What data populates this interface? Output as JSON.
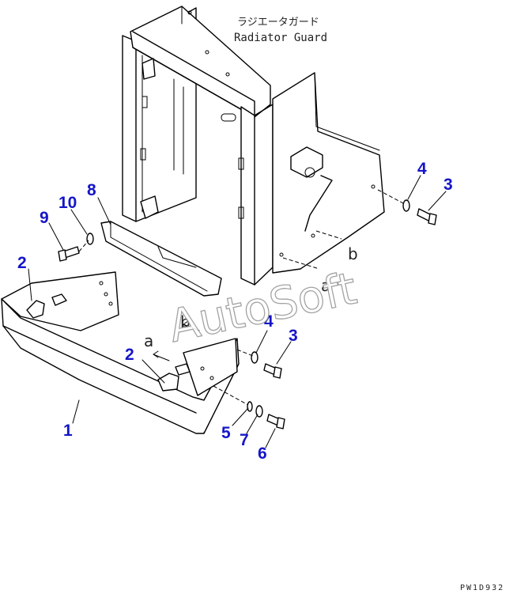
{
  "title": {
    "japanese": "ラジエータガード",
    "english": "Radiator Guard"
  },
  "callouts": [
    "1",
    "2",
    "2",
    "3",
    "3",
    "4",
    "4",
    "5",
    "6",
    "7",
    "8",
    "9",
    "10"
  ],
  "reference_marks": [
    "a",
    "b",
    "a",
    "b"
  ],
  "watermark": "AutoSoft",
  "drawing_code": "PW1D932",
  "colors": {
    "callout": "#1515c8",
    "line": "#000000",
    "background": "#ffffff",
    "watermark": "#9a9a9a"
  }
}
